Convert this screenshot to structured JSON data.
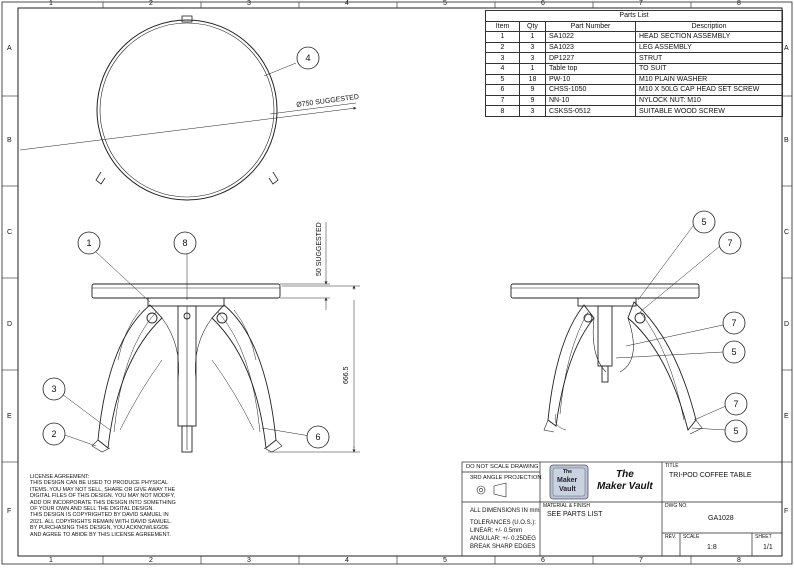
{
  "border": {
    "columns": [
      "1",
      "2",
      "3",
      "4",
      "5",
      "6",
      "7",
      "8"
    ],
    "rows": [
      "A",
      "B",
      "C",
      "D",
      "E",
      "F"
    ]
  },
  "parts_list": {
    "title": "Parts List",
    "headers": [
      "Item",
      "Qty",
      "Part Number",
      "Description"
    ],
    "rows": [
      {
        "item": "1",
        "qty": "1",
        "part": "SA1022",
        "desc": "HEAD SECTION ASSEMBLY"
      },
      {
        "item": "2",
        "qty": "3",
        "part": "SA1023",
        "desc": "LEG ASSEMBLY"
      },
      {
        "item": "3",
        "qty": "3",
        "part": "DP1227",
        "desc": "STRUT"
      },
      {
        "item": "4",
        "qty": "1",
        "part": "Table top",
        "desc": "TO SUIT"
      },
      {
        "item": "5",
        "qty": "18",
        "part": "PW-10",
        "desc": "M10 PLAIN WASHER"
      },
      {
        "item": "6",
        "qty": "9",
        "part": "CHSS-1050",
        "desc": "M10 X 50LG CAP HEAD SET SCREW"
      },
      {
        "item": "7",
        "qty": "9",
        "part": "NN-10",
        "desc": "NYLOCK NUT: M10"
      },
      {
        "item": "8",
        "qty": "3",
        "part": "CSKSS-0512",
        "desc": "SUITABLE WOOD SCREW"
      }
    ]
  },
  "dimensions": {
    "diameter": "Ø750 SUGGESTED",
    "top_height": "50 SUGGESTED",
    "overall_height": "666.5"
  },
  "balloons": {
    "plan": [
      "4"
    ],
    "front": [
      "1",
      "8",
      "3",
      "2",
      "6"
    ],
    "side": [
      "5",
      "7",
      "7",
      "5",
      "7",
      "5"
    ]
  },
  "license": {
    "title": "LICENSE AGREEMENT:",
    "lines": [
      "THIS DESIGN CAN BE USED TO PRODUCE PHYSICAL",
      "ITEMS. YOU MAY NOT SELL, SHARE OR GIVE AWAY THE",
      "DIGITAL FILES OF THIS DESIGN. YOU MAY NOT MODIFY,",
      "ADD OR INCORPORATE THIS DESIGN INTO SOMETHING",
      "OF YOUR OWN AND SELL THE DIGITAL DESIGN.",
      "THIS DESIGN IS COPYRIGHTED BY DAVID SAMUEL IN",
      "2021. ALL COPYRIGHTS REMAIN WITH DAVID SAMUEL.",
      "BY PURCHASING THIS DESIGN, YOU ACKNOWLEGDE",
      "AND AGREE TO ABIDE BY THIS LICENSE AGREEMENT."
    ]
  },
  "title_block": {
    "do_not_scale": "DO NOT SCALE DRAWING",
    "projection": "3RD ANGLE PROJECTION",
    "logo_line1": "The",
    "logo_line2": "Maker",
    "logo_line3": "Vault",
    "company_line1": "The",
    "company_line2": "Maker Vault",
    "title_label": "TITLE",
    "title": "TRI-POD COFFEE TABLE",
    "material_label": "MATERIAL & FINISH",
    "material": "SEE PARTS LIST",
    "all_dims": "ALL DIMENSIONS IN mm",
    "tolerances_label": "TOLERANCES (U.O.S.):",
    "linear": "LINEAR: +/- 0.5mm",
    "angular": "ANGULAR: +/- 0.25DEG",
    "break_edges": "BREAK SHARP EDGES",
    "dwg_no_label": "DWG NO.",
    "dwg_no": "GA1028",
    "rev_label": "REV.",
    "scale_label": "SCALE",
    "scale": "1:8",
    "sheet_label": "SHEET",
    "sheet": "1/1"
  }
}
